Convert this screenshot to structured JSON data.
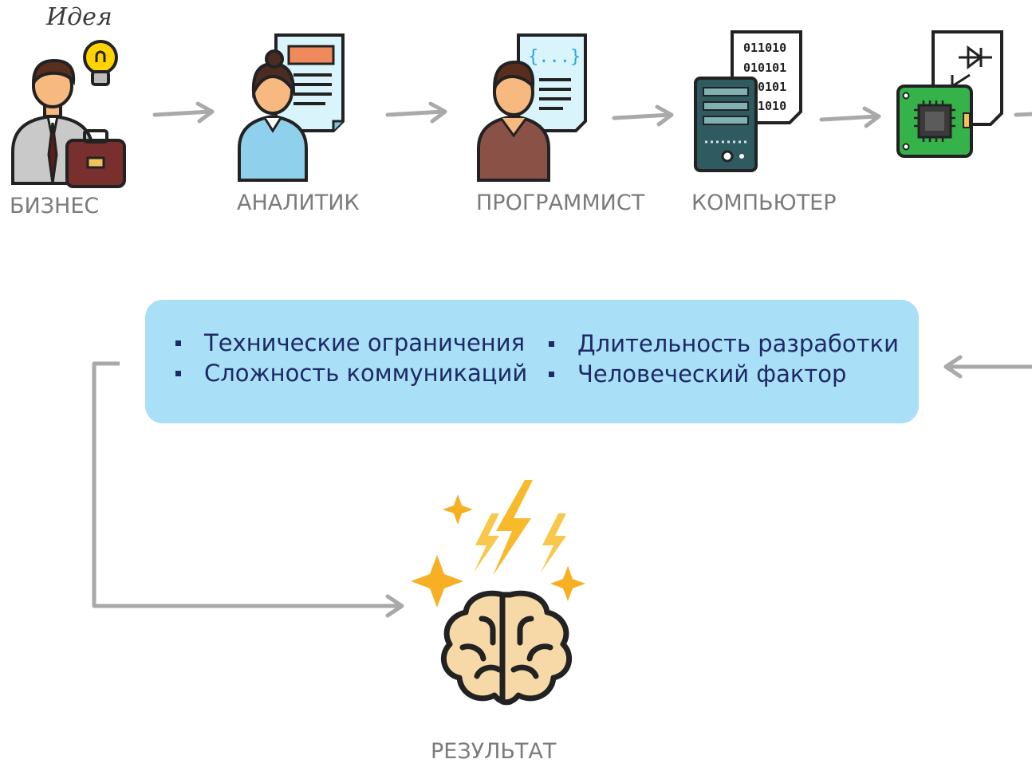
{
  "idea_label": "Идея",
  "steps": [
    {
      "label": "БИЗНЕС",
      "icon": "businessman-icon"
    },
    {
      "label": "АНАЛИТИК",
      "icon": "analyst-icon"
    },
    {
      "label": "ПРОГРАММИСТ",
      "icon": "programmer-icon"
    },
    {
      "label": "КОМПЬЮТЕР",
      "icon": "computer-icon"
    },
    {
      "label": "",
      "icon": "circuit-chip-icon"
    }
  ],
  "code_snippet": "{...}",
  "binary_lines": [
    "011010",
    "010101",
    "0101",
    "1010"
  ],
  "problems": [
    "Технические ограничения",
    "Сложность коммуникаций",
    "Длительность разработки",
    "Человеческий фактор"
  ],
  "result_label": "РЕЗУЛЬТАТ",
  "result_icon": "brain-lightning-icon",
  "colors": {
    "box": "#a9dff7",
    "problem_text": "#1d2a66",
    "arrow": "#a9a9a9",
    "label": "#7b7b7b"
  }
}
